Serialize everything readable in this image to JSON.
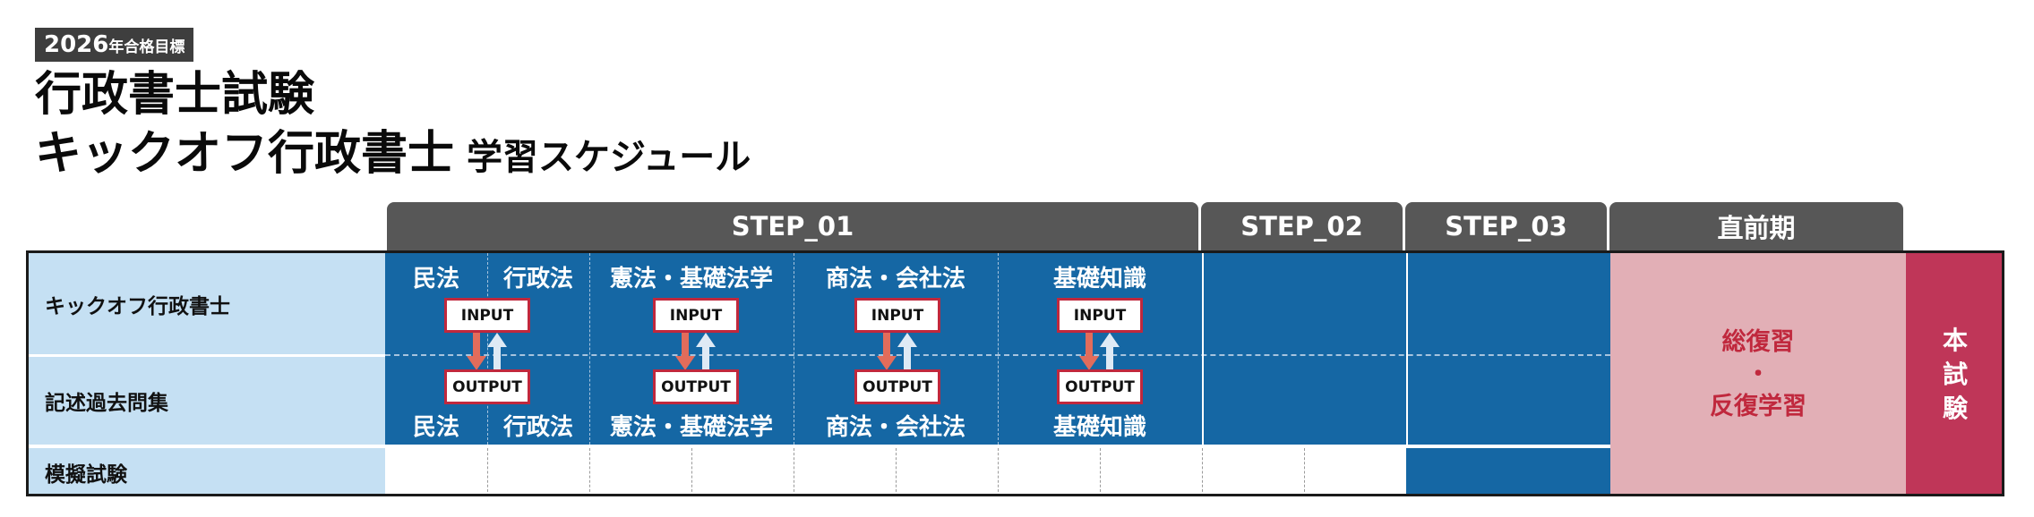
{
  "header": {
    "year_number": "2026",
    "year_suffix": "年合格目標",
    "title_line1": "行政書士試験",
    "title_line2": "キックオフ行政書士",
    "title_sub": "学習スケジュール"
  },
  "steps": [
    "STEP_01",
    "STEP_02",
    "STEP_03",
    "直前期"
  ],
  "rows": [
    "キックオフ行政書士",
    "記述過去問集",
    "模擬試験"
  ],
  "subjects": [
    "民法",
    "行政法",
    "憲法・基礎法学",
    "商法・会社法",
    "基礎知識"
  ],
  "flow": {
    "input": "INPUT",
    "output": "OUTPUT"
  },
  "review": {
    "line1": "総復習",
    "dot": "・",
    "line2": "反復学習"
  },
  "exam": [
    "本",
    "試",
    "験"
  ],
  "colors": {
    "blue": "#1567a4",
    "light_blue": "#c5e0f3",
    "gray": "#575757",
    "pink": "#e2afb6",
    "crimson": "#bf3658",
    "arrow_down": "#e26c5b",
    "arrow_up": "#dfeaf5"
  }
}
